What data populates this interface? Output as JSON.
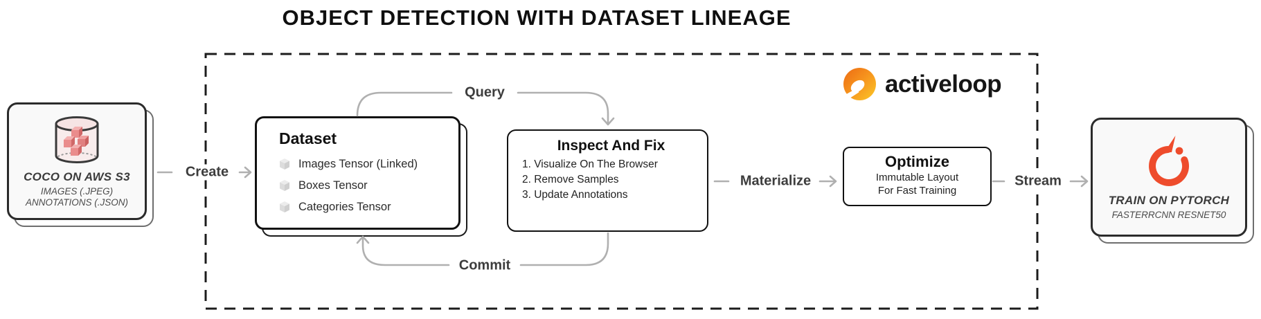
{
  "title": "OBJECT DETECTION WITH DATASET LINEAGE",
  "brand": {
    "name": "activeloop",
    "icon": "activeloop-logo-icon"
  },
  "source_box": {
    "icon": "database-icon",
    "title": "COCO ON AWS S3",
    "line1": "IMAGES (.JPEG)",
    "line2": "ANNOTATIONS (.JSON)"
  },
  "dataset_box": {
    "title": "Dataset",
    "item_icon": "cube-icon",
    "items": [
      "Images Tensor (Linked)",
      "Boxes Tensor",
      "Categories Tensor"
    ]
  },
  "inspect_box": {
    "title": "Inspect And Fix",
    "items": [
      "1. Visualize On The Browser",
      "2. Remove Samples",
      "3. Update Annotations"
    ]
  },
  "optimize_box": {
    "title": "Optimize",
    "line1": "Immutable Layout",
    "line2": "For Fast Training"
  },
  "target_box": {
    "icon": "pytorch-flame-icon",
    "title": "TRAIN ON PYTORCH",
    "subtitle": "FASTERRCNN RESNET50"
  },
  "flow_labels": {
    "create": "Create",
    "query": "Query",
    "commit": "Commit",
    "materialize": "Materialize",
    "stream": "Stream"
  },
  "colors": {
    "pytorch_red": "#ee4c2c",
    "activeloop_orange": "#f97316",
    "db_cube_red": "#ea8c8c",
    "line_gray": "#b0b0b0",
    "border_dark": "#1a1a1a"
  }
}
